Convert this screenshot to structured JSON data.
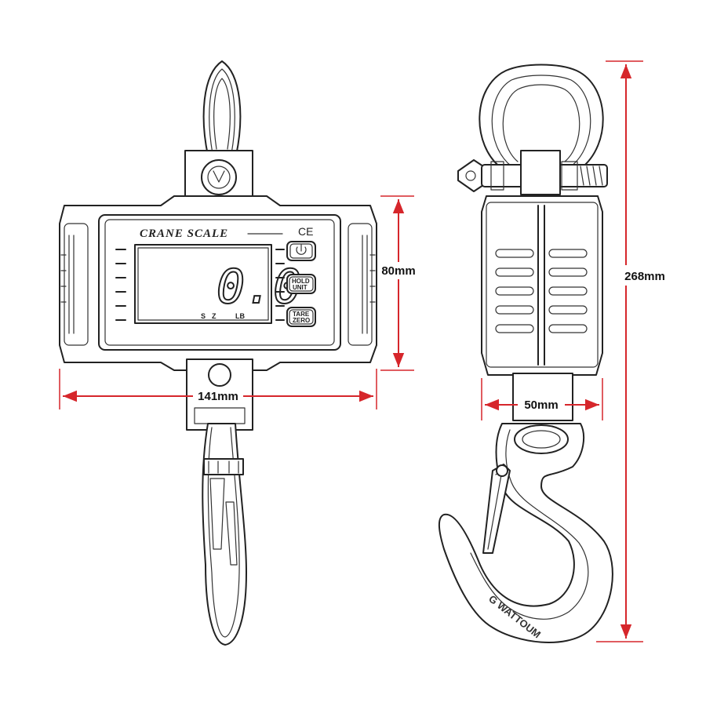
{
  "product": {
    "brand_label": "CRANE SCALE",
    "ce_mark": "CE",
    "display_value": "0.0",
    "indicator_s": "S",
    "indicator_z": "Z",
    "unit": "LB",
    "buttons": {
      "power_icon": "power-icon",
      "hold_label_top": "HOLD",
      "hold_label_bottom": "UNIT",
      "tare_label_top": "TARE",
      "tare_label_bottom": "ZERO"
    },
    "hook_stamp": "G WATTOUM"
  },
  "dimensions": {
    "width_front": "141mm",
    "height_display": "80mm",
    "depth_side": "50mm",
    "total_height": "268mm"
  },
  "colors": {
    "dimension": "#d6262b",
    "ink": "#222222",
    "background": "#ffffff"
  }
}
